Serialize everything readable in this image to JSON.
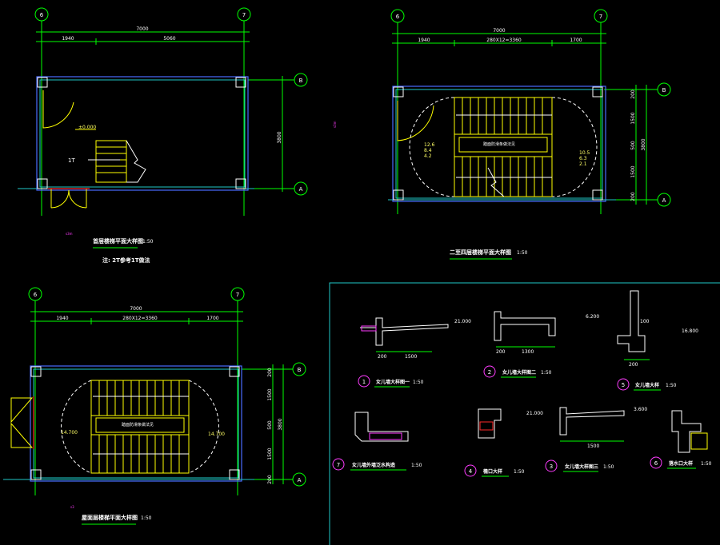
{
  "plans": {
    "p1": {
      "axis_left": "6",
      "axis_right": "7",
      "axis_top": "B",
      "axis_bottom": "A",
      "dim_total": "7000",
      "dim_a": "1940",
      "dim_b": "5060",
      "dim_v": "3800",
      "level": "±0.000",
      "room": "1T",
      "title": "首层楼梯平面大样图",
      "scale": "1:50",
      "note": "注: 2T参考1T做法"
    },
    "p2": {
      "axis_left": "6",
      "axis_right": "7",
      "axis_top": "B",
      "axis_bottom": "A",
      "dim_total": "7000",
      "dim_a": "1940",
      "dim_b": "280X12=3360",
      "dim_c": "1700",
      "dim_v": "3800",
      "dim_v1": "200",
      "dim_v2": "1500",
      "dim_v3": "500",
      "dim_v4": "1500",
      "dim_v5": "200",
      "lv_left": [
        "12.6",
        "8.4",
        "4.2"
      ],
      "lv_right": [
        "10.5",
        "6.3",
        "2.1"
      ],
      "label": "踏面防滑条做法见",
      "title": "二至四层楼梯平面大样图",
      "scale": "1:50"
    },
    "p3": {
      "axis_left": "6",
      "axis_right": "7",
      "axis_top": "B",
      "axis_bottom": "A",
      "dim_total": "7000",
      "dim_a": "1940",
      "dim_b": "280X12=3360",
      "dim_c": "1700",
      "dim_v": "3800",
      "dim_v1": "200",
      "dim_v2": "1500",
      "dim_v3": "500",
      "dim_v4": "1500",
      "dim_v5": "200",
      "lv_left": "14.700",
      "lv_right": "14.700",
      "label": "踏面防滑条做法见",
      "title": "屋面层楼梯平面大样图",
      "scale": "1:50"
    }
  },
  "details": [
    {
      "num": "1",
      "title": "女儿墙大样图一",
      "scale": "1:50",
      "level": "21.000",
      "dim": "1500",
      "dim2": "200"
    },
    {
      "num": "2",
      "title": "女儿墙大样图二",
      "scale": "1:50",
      "level": "6.200",
      "dim": "1300",
      "dim2": "200"
    },
    {
      "num": "5",
      "title": "女儿墙大样",
      "scale": "1:50",
      "level": "16.800",
      "dim": "200",
      "dim2": "100"
    },
    {
      "num": "7",
      "title": "女儿墙外墙泛水构造",
      "scale": "1:50"
    },
    {
      "num": "4",
      "title": "檐口大样",
      "scale": "1:50",
      "level": "21.000"
    },
    {
      "num": "3",
      "title": "女儿墙大样图三",
      "scale": "1:50",
      "level": "3.600",
      "dim": "1500"
    },
    {
      "num": "6",
      "title": "落水口大样",
      "scale": "1:50"
    }
  ],
  "colors": {
    "background": "#000000",
    "axis": "#00ff00",
    "wall": "#4a6bff",
    "column": "#ffffff",
    "stair": "#ffff00",
    "door": "#ffff00",
    "frame": "#20c8c8",
    "window": "#ff2a2a"
  }
}
